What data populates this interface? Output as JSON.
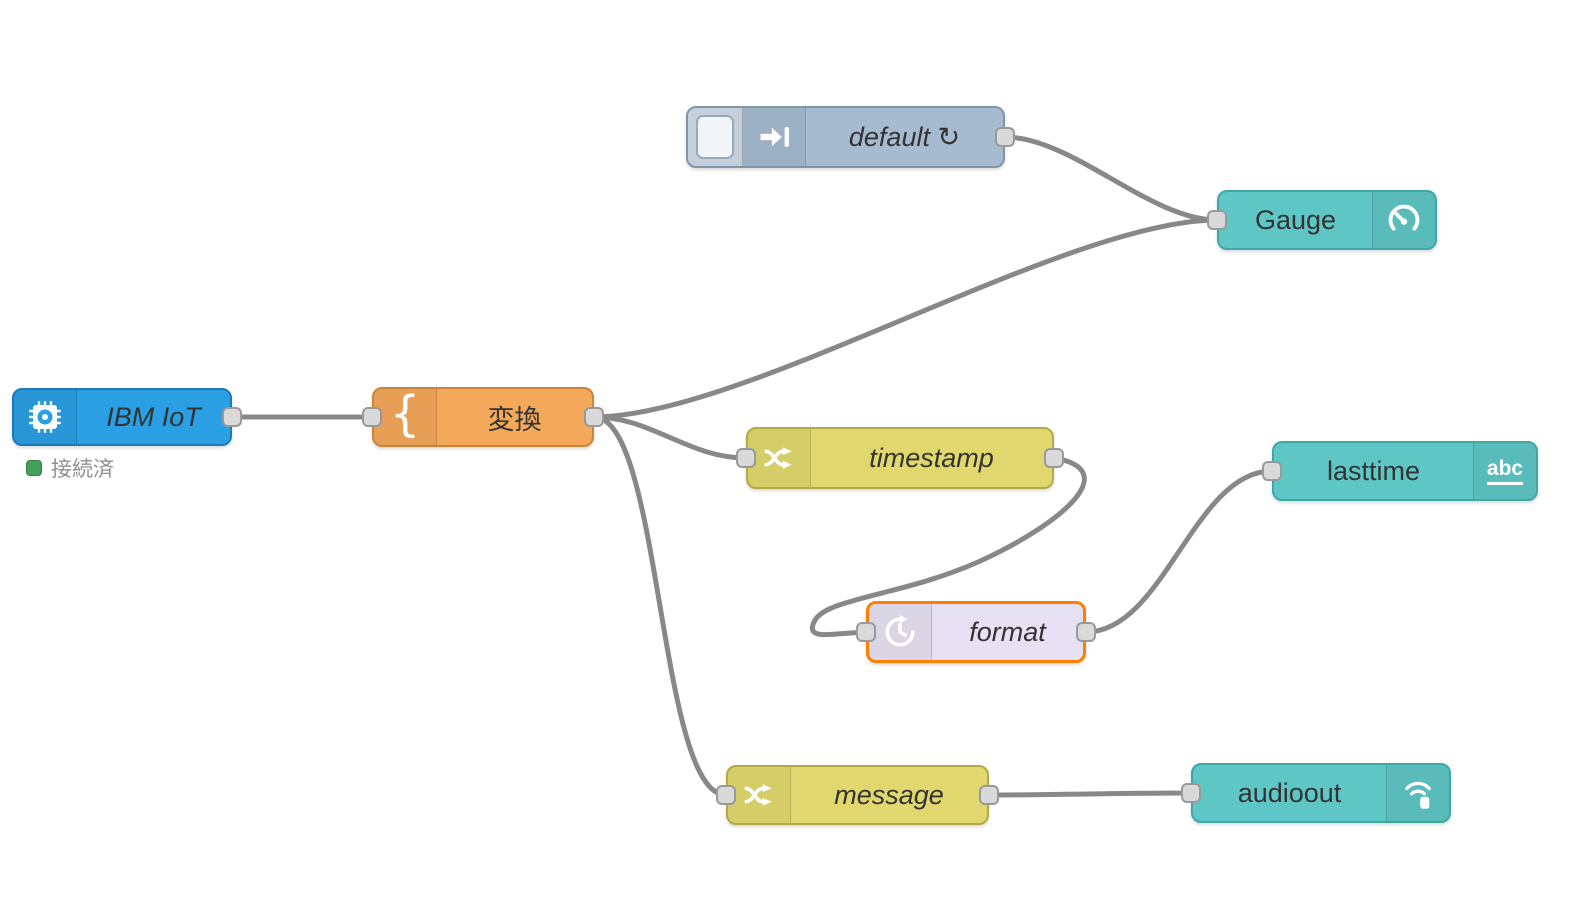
{
  "colors": {
    "canvas_bg": "#ffffff",
    "wire": "#888888",
    "port_fill": "#d9d9d9",
    "port_border": "#999999",
    "node_ibmiot": "#2b9fe3",
    "node_function": "#f3a85a",
    "node_inject": "#a6bbcf",
    "node_dashboard": "#5fc6c6",
    "node_change": "#e0d86e",
    "node_format": "#e7e2f3",
    "selection_border": "#ff8000",
    "status_green": "#44a05a"
  },
  "nodes": {
    "ibmiot": {
      "label": "IBM IoT",
      "icon": "chip-icon",
      "status": {
        "text": "接続済"
      }
    },
    "transform": {
      "label": "変換",
      "icon_glyph": "{"
    },
    "inject": {
      "label": "default ↻",
      "icon": "inject-arrow-icon"
    },
    "gauge": {
      "label": "Gauge",
      "icon": "gauge-icon"
    },
    "timestamp": {
      "label": "timestamp",
      "icon": "shuffle-icon"
    },
    "format": {
      "label": "format",
      "icon": "timer-icon",
      "selected": true
    },
    "lasttime": {
      "label": "lasttime",
      "icon_text": "abc"
    },
    "message": {
      "label": "message",
      "icon": "shuffle-icon"
    },
    "audioout": {
      "label": "audioout",
      "icon": "audio-out-icon"
    }
  },
  "wires": [
    {
      "from": "ibmiot",
      "to": "transform"
    },
    {
      "from": "inject",
      "to": "gauge"
    },
    {
      "from": "transform",
      "to": "gauge"
    },
    {
      "from": "transform",
      "to": "timestamp"
    },
    {
      "from": "transform",
      "to": "message"
    },
    {
      "from": "timestamp",
      "to": "format"
    },
    {
      "from": "format",
      "to": "lasttime"
    },
    {
      "from": "message",
      "to": "audioout"
    }
  ]
}
